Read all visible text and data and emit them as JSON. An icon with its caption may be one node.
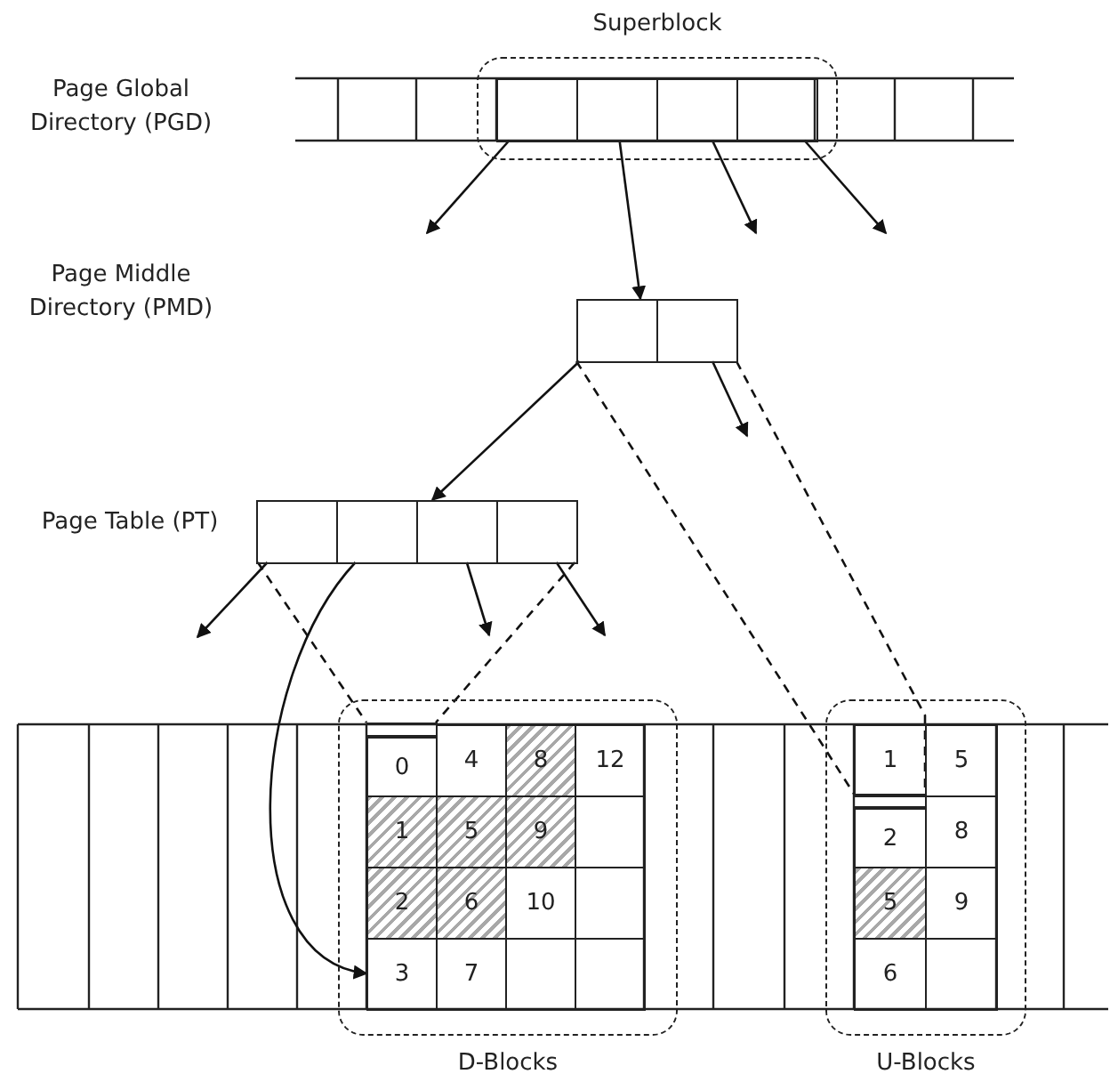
{
  "diagram": {
    "nodes": [
      {
        "text": [
          "Superblock"
        ]
      },
      {
        "text": [],
        "shape": "box",
        "in": 0
      },
      {
        "text": [],
        "shape": "box",
        "in": 0
      },
      {
        "text": [],
        "shape": "box",
        "in": 0
      },
      {
        "text": [],
        "shape": "box",
        "in": 0
      },
      {
        "text": [],
        "shape": "box"
      },
      {
        "text": [],
        "shape": "box"
      },
      {
        "text": [],
        "shape": "box"
      },
      {
        "text": [],
        "shape": "box"
      },
      {
        "text": [],
        "shape": "box"
      },
      {
        "text": [],
        "shape": "box"
      },
      {
        "text": [
          "D-Blocks"
        ]
      },
      {
        "text": [],
        "shape": "bar",
        "in": 11
      },
      {
        "text": [
          "0"
        ],
        "in": 11
      },
      {
        "text": [
          "4"
        ],
        "in": 11
      },
      {
        "text": [
          "8"
        ],
        "in": 11
      },
      {
        "text": [
          "12"
        ],
        "in": 11
      },
      {
        "text": [
          "1"
        ],
        "in": 11
      },
      {
        "text": [
          "5"
        ],
        "in": 11
      },
      {
        "text": [
          "9"
        ],
        "in": 11
      },
      {
        "text": [],
        "shape": "box",
        "in": 11
      },
      {
        "text": [
          "2"
        ],
        "in": 11
      },
      {
        "text": [
          "6"
        ],
        "in": 11
      },
      {
        "text": [
          "10"
        ],
        "in": 11
      },
      {
        "text": [],
        "shape": "box",
        "in": 11
      },
      {
        "text": [
          "3"
        ],
        "in": 11
      },
      {
        "text": [
          "7"
        ],
        "in": 11
      },
      {
        "text": [],
        "shape": "box",
        "in": 11
      },
      {
        "text": [],
        "shape": "box",
        "in": 11
      },
      {
        "text": [
          "U-Blocks"
        ]
      },
      {
        "text": [
          "1"
        ],
        "in": 29
      },
      {
        "text": [
          "5"
        ],
        "in": 29
      },
      {
        "text": [],
        "shape": "bar",
        "in": 29
      },
      {
        "text": [
          "2"
        ],
        "in": 29
      },
      {
        "text": [
          "8"
        ],
        "in": 29
      },
      {
        "text": [
          "5"
        ],
        "in": 29
      },
      {
        "text": [
          "9"
        ],
        "in": 29
      },
      {
        "text": [
          "6"
        ],
        "in": 29
      },
      {
        "text": [],
        "shape": "box",
        "in": 29
      }
    ],
    "edges": [
      {
        "from": 1,
        "to": null,
        "arrow": "to"
      },
      {
        "from": 2,
        "to": 5,
        "arrow": "to"
      },
      {
        "from": 3,
        "to": null,
        "arrow": "to"
      },
      {
        "from": 4,
        "to": null,
        "arrow": "to"
      },
      {
        "from": 5,
        "to": 9,
        "arrow": "to"
      },
      {
        "from": 6,
        "to": null,
        "arrow": "to"
      },
      {
        "from": 5,
        "to": 32,
        "arrow": "none",
        "style": "dashed"
      },
      {
        "from": 6,
        "to": 32,
        "arrow": "none",
        "style": "dashed"
      },
      {
        "from": 7,
        "to": null,
        "arrow": "to"
      },
      {
        "from": 8,
        "to": 25,
        "arrow": "to"
      },
      {
        "from": 9,
        "to": null,
        "arrow": "to"
      },
      {
        "from": 10,
        "to": null,
        "arrow": "to"
      },
      {
        "from": 7,
        "to": 12,
        "arrow": "none",
        "style": "dashed"
      },
      {
        "from": 10,
        "to": 12,
        "arrow": "none",
        "style": "dashed"
      }
    ],
    "labels": [
      "Page Global Directory (PGD)",
      "Page Middle Directory (PMD)",
      "Page Table (PT)"
    ]
  }
}
